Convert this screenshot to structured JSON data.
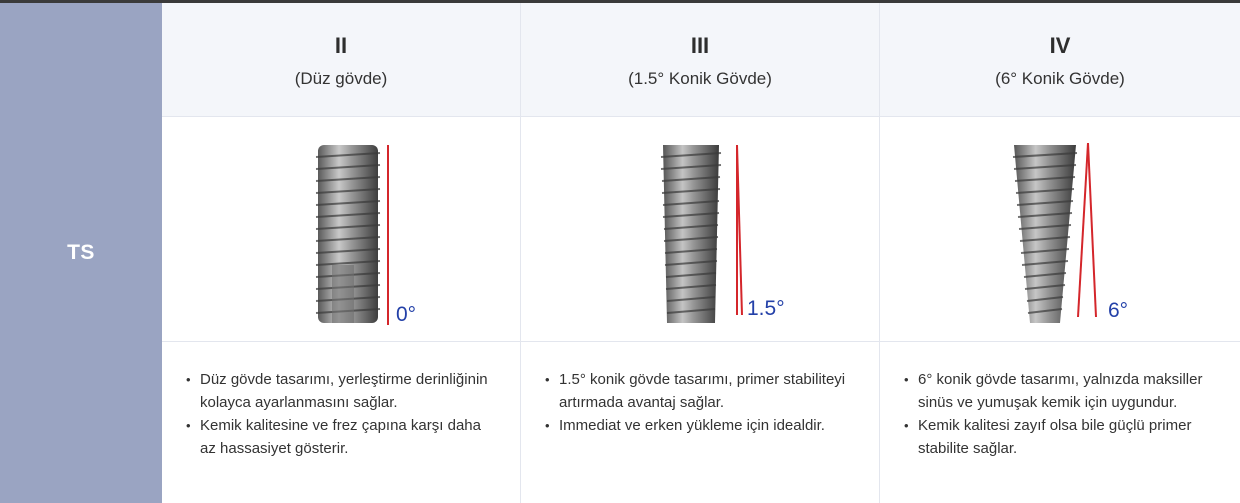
{
  "row_label": "TS",
  "columns": [
    {
      "number": "II",
      "subtitle": "(Düz gövde)",
      "angle_label": "0°",
      "bullets": [
        "Düz gövde tasarımı, yerleştirme derinliğinin kolayca ayarlanmasını sağlar.",
        "Kemik kalitesine ve frez çapına karşı daha az hassasiyet gösterir."
      ]
    },
    {
      "number": "III",
      "subtitle": "(1.5° Konik Gövde)",
      "angle_label": "1.5°",
      "bullets": [
        "1.5° konik gövde tasarımı, primer stabiliteyi artırmada avantaj sağlar.",
        "Immediat ve erken yükleme için idealdir."
      ]
    },
    {
      "number": "IV",
      "subtitle": "(6° Konik Gövde)",
      "angle_label": "6°",
      "bullets": [
        "6° konik gövde tasarımı, yalnızda maksiller sinüs ve yumuşak kemik için uygundur.",
        "Kemik kalitesi zayıf olsa bile güçlü primer stabilite sağlar."
      ]
    }
  ],
  "colors": {
    "sidebar": "#9aa4c2",
    "header_bg": "#f4f6fa",
    "angle_line": "#d4262b",
    "angle_text": "#2340a8"
  }
}
